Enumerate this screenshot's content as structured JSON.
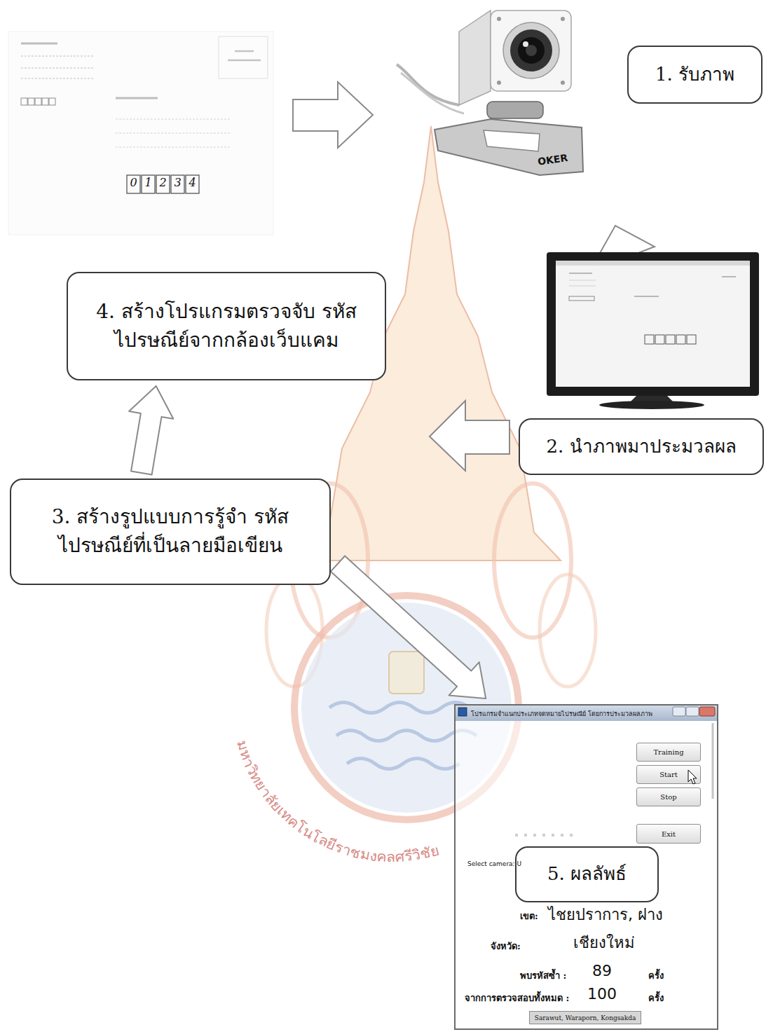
{
  "diagram": {
    "nodes": [
      {
        "text": [
          "1. รับภาพ"
        ]
      },
      {
        "text": [
          "4. สร้างโปรแกรมตรวจจับ รหัสไปรษณีย์จากกล้องเว็บแคม"
        ]
      },
      {
        "text": [
          "2. นำภาพมาประมวลผล"
        ]
      },
      {
        "text": [
          "3. สร้างรูปแบบการรู้จำ รหัสไปรษณีย์ที่เป็นลายมือเขียน"
        ]
      },
      {
        "text": [
          "โปรแกรมจำแนกประเภทจดหมายไปรษณีย์ โดยการประมวลผลภาพ"
        ]
      },
      {
        "text": [
          "Training"
        ],
        "in": 4
      },
      {
        "text": [
          "Start"
        ],
        "in": 4
      },
      {
        "text": [
          "Stop"
        ],
        "in": 4
      },
      {
        "text": [
          "Exit"
        ],
        "in": 4
      },
      {
        "text": [
          "5. ผลลัพธ์"
        ],
        "in": 4
      },
      {
        "text": [
          "Sarawut, Waraporn, Kongsakda"
        ],
        "in": 4
      }
    ],
    "edges": [
      {
        "from": 3,
        "to": 1,
        "arrow": "to"
      },
      {
        "from": 3,
        "to": 4,
        "arrow": "to"
      }
    ],
    "labels": [
      "OKER",
      "0",
      "1",
      "2",
      "3",
      "4",
      "Select camera: U",
      "เขต:",
      "ไชยปราการ, ฝาง",
      "จังหวัด:",
      "เชียงใหม่",
      "พบรหัสซ้ำ :",
      "89",
      "ครั้ง",
      "จากการตรวจสอบทั้งหมด :",
      "100",
      "ครั้ง",
      "มหาวิทยาลัยเทคโนโลยีราชมงคลศรีวิชัย"
    ]
  }
}
